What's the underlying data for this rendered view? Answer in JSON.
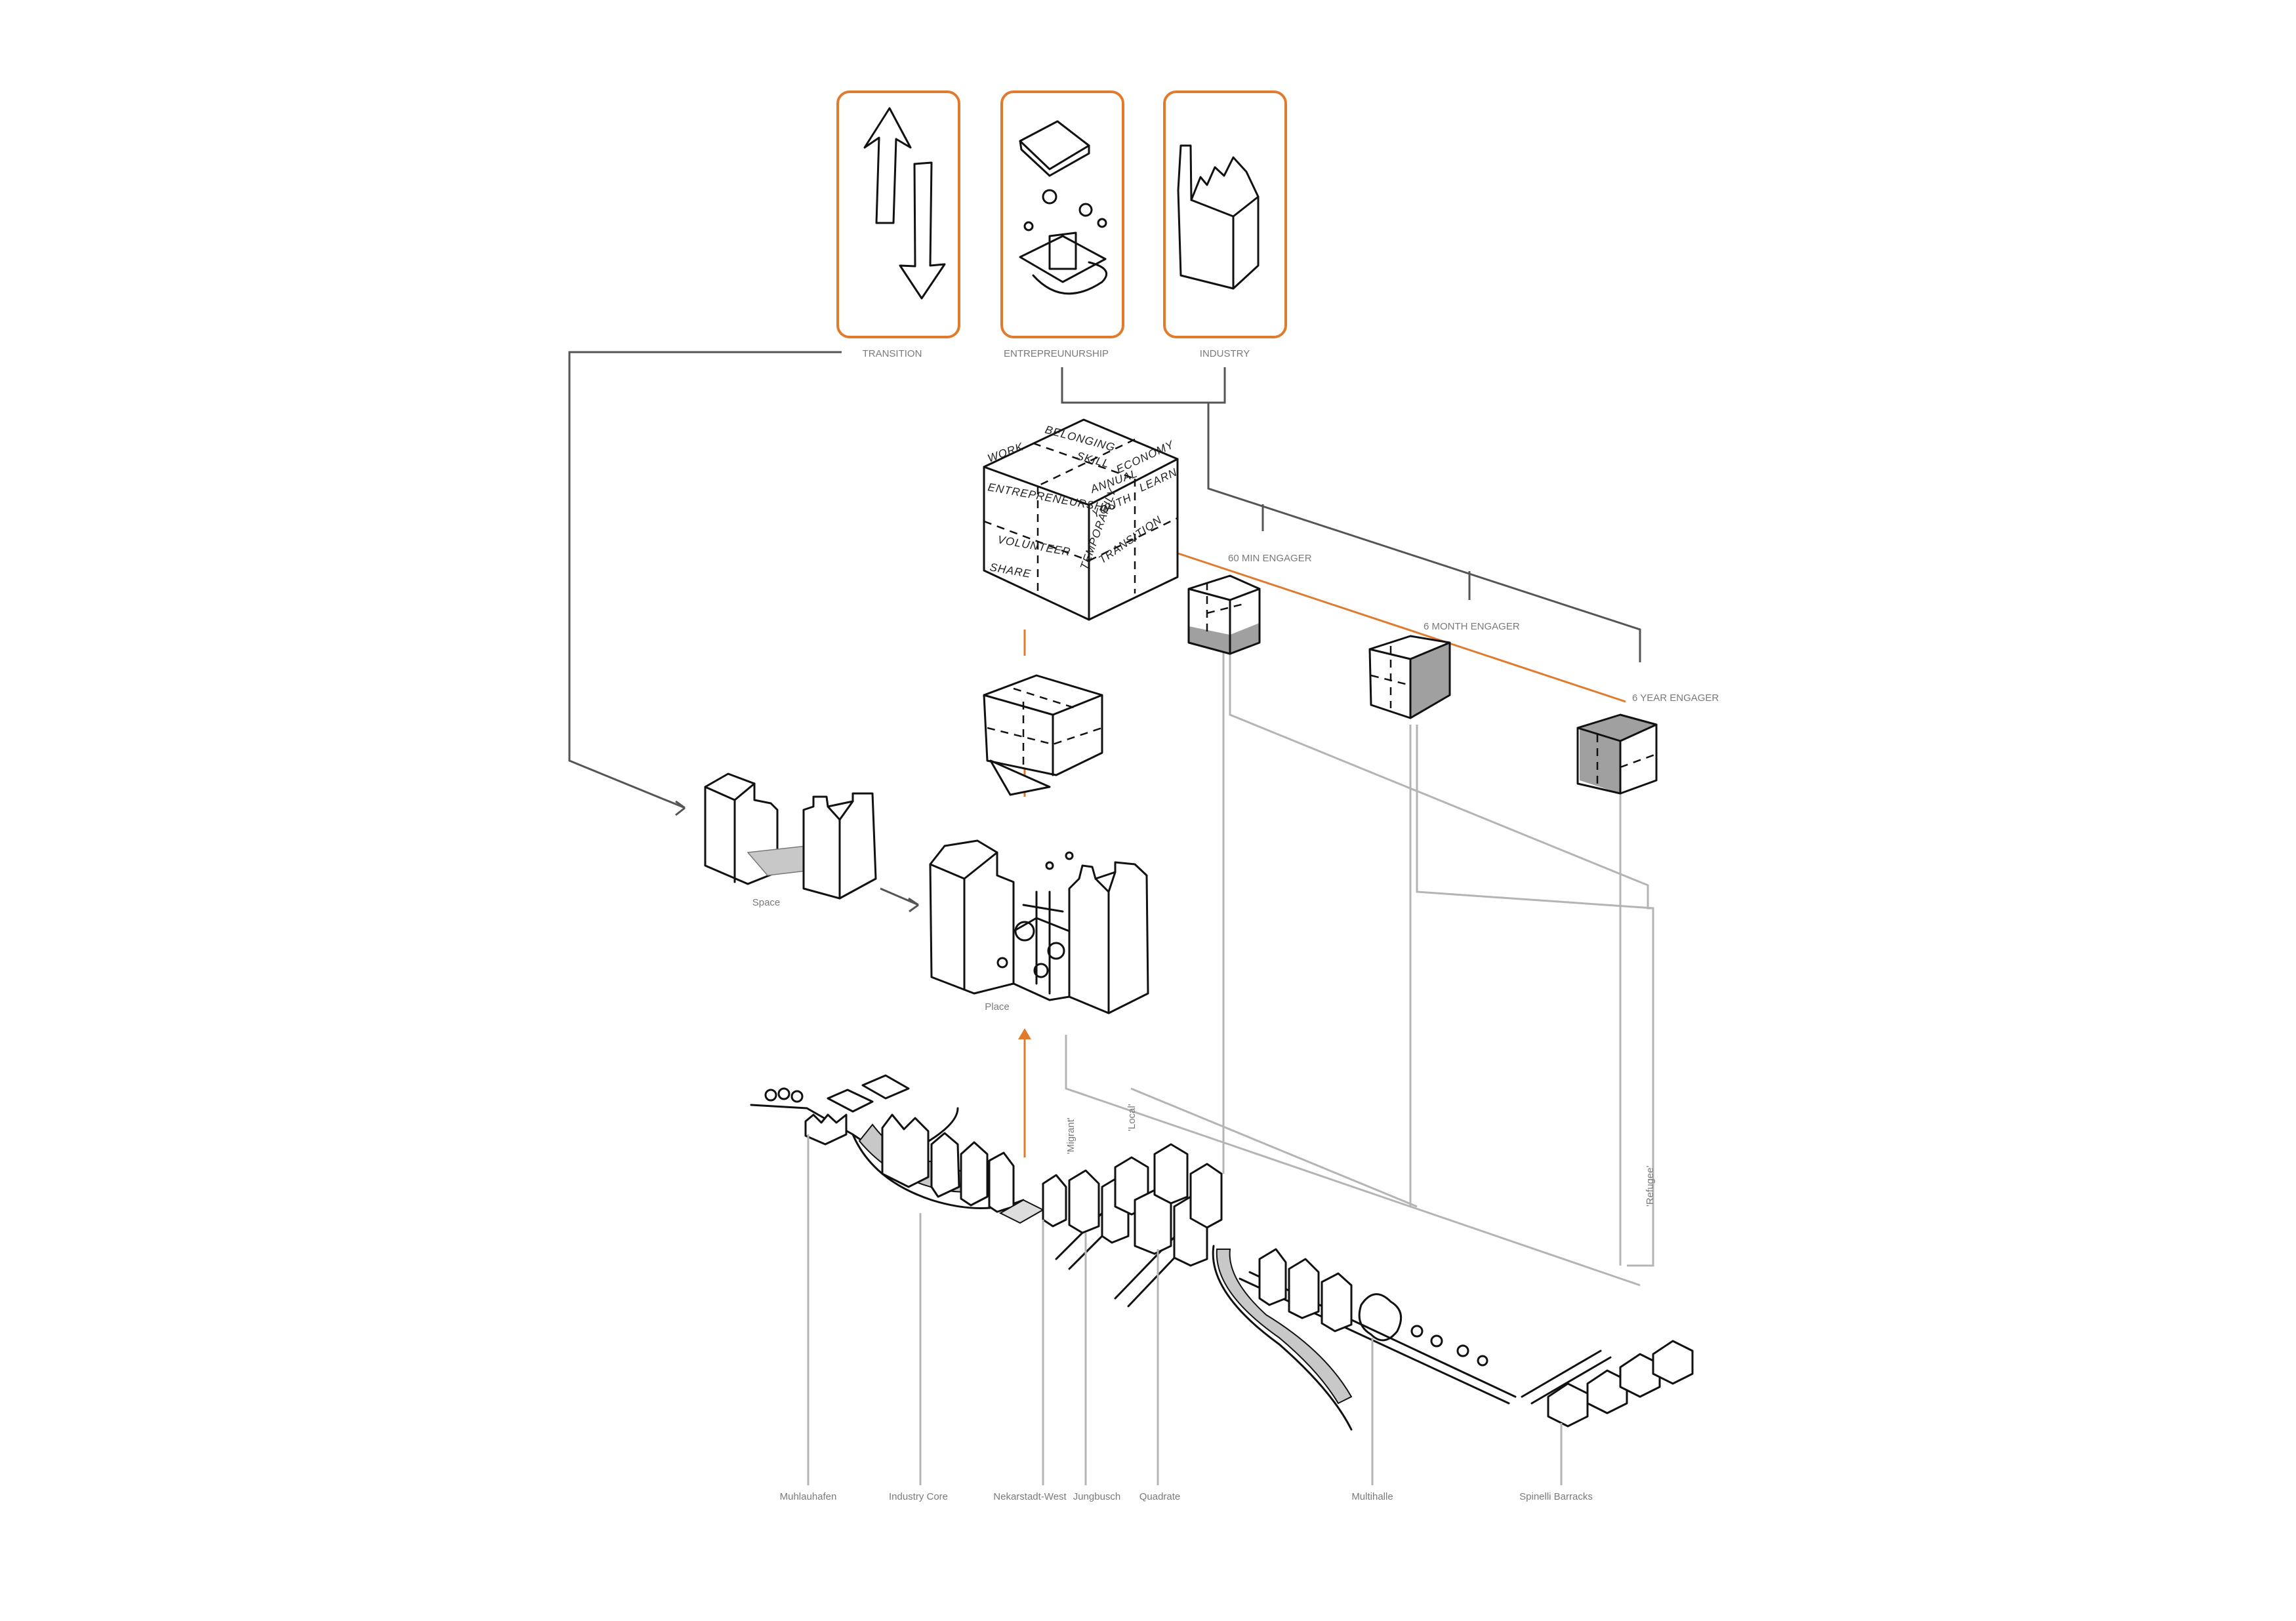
{
  "colors": {
    "accent": "#e07b2d",
    "frame": "#e07b2d",
    "line": "#555555",
    "light_line": "#b4b4b4",
    "label": "#7a7a7a",
    "shade": "#a0a0a0"
  },
  "top_panels": [
    {
      "label": "TRANSITION",
      "icon": "up-down-arrows-icon"
    },
    {
      "label": "ENTREPREUNURSHIP",
      "icon": "entrepreneurship-sketch-icon"
    },
    {
      "label": "INDUSTRY",
      "icon": "factory-icon"
    }
  ],
  "cube_words": [
    "BELONGING",
    "WORK",
    "SKILL",
    "ECONOMY",
    "ENTREPRENEURSHIP",
    "ANNUAL",
    "YOUTH",
    "LEARN",
    "VOLUNTEER",
    "TEMPORARILY",
    "TRANSITION",
    "SHARE"
  ],
  "engagers": [
    "60 MIN ENGAGER",
    "6 MONTH ENGAGER",
    "6 YEAR ENGAGER"
  ],
  "stages": {
    "space": "Space",
    "place": "Place"
  },
  "groups": [
    "'Migrant'",
    "'Local'",
    "'Refugee'"
  ],
  "districts": [
    "Muhlauhafen",
    "Industry Core",
    "Nekarstadt-West",
    "Jungbusch",
    "Quadrate",
    "Multihalle",
    "Spinelli Barracks"
  ]
}
